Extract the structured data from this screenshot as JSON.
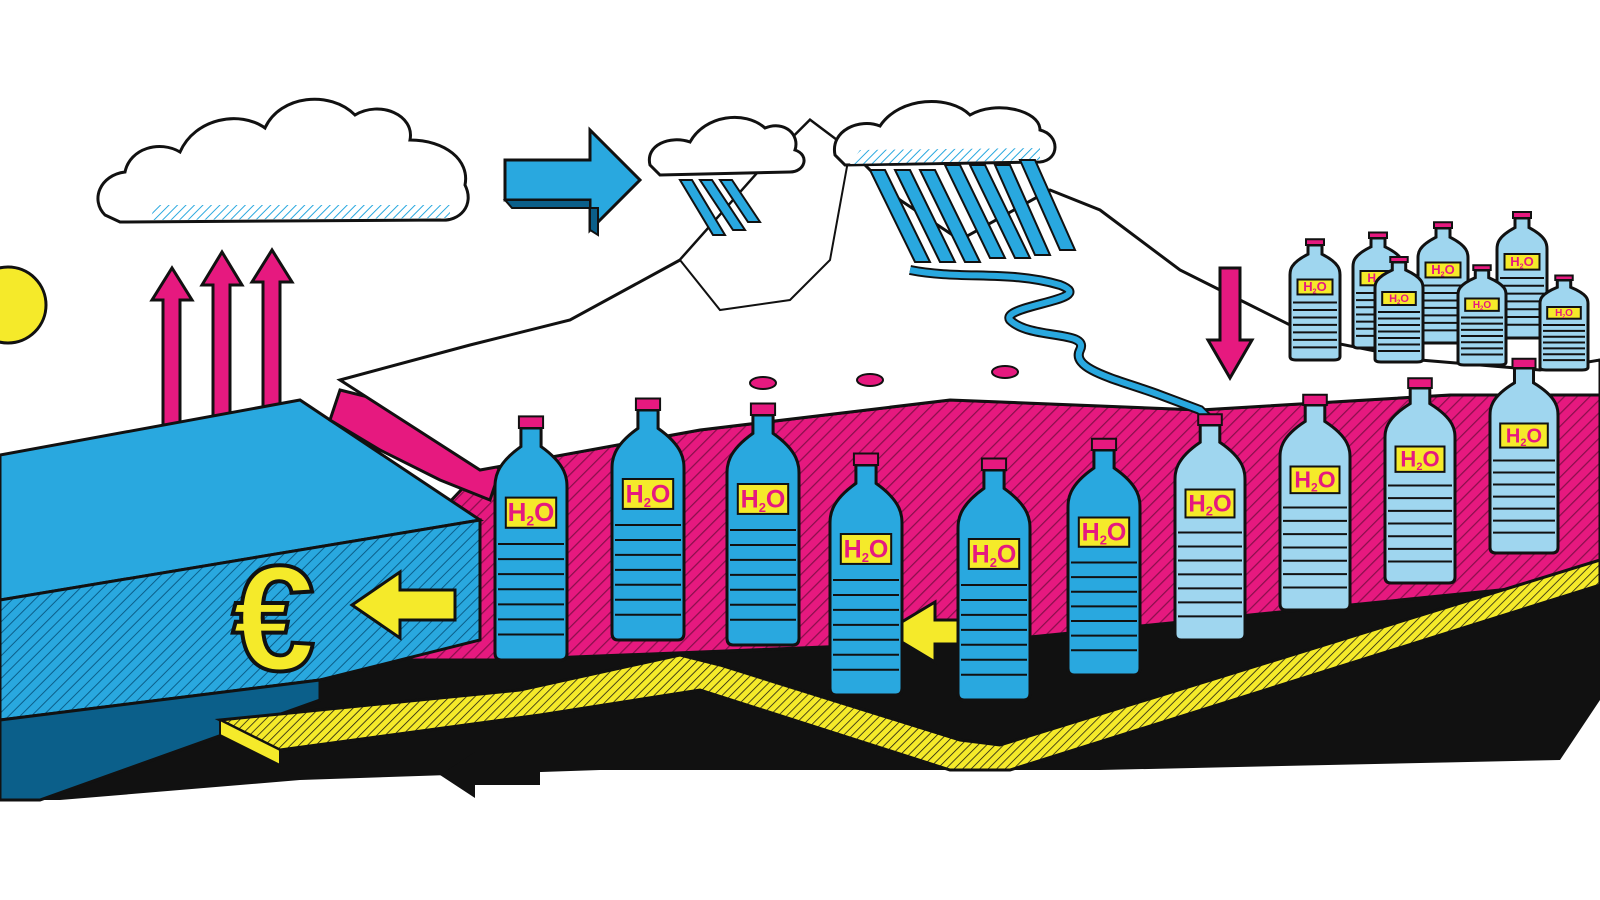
{
  "illustration": {
    "bottle_label_main": "H",
    "bottle_label_sub": "2",
    "bottle_label_end": "O",
    "currency_symbol": "€"
  },
  "colors": {
    "water": "#29a8df",
    "water_light": "#9fd6ef",
    "magenta": "#e6197f",
    "yellow": "#f5ea2a",
    "ink": "#111111",
    "white": "#ffffff"
  },
  "icons": [
    "sun-icon",
    "cloud-icon",
    "arrow-right-icon",
    "arrow-up-icon",
    "arrow-down-icon",
    "arrow-left-icon",
    "euro-icon",
    "bottle-icon",
    "mountain-icon",
    "conveyor-belt-icon"
  ]
}
